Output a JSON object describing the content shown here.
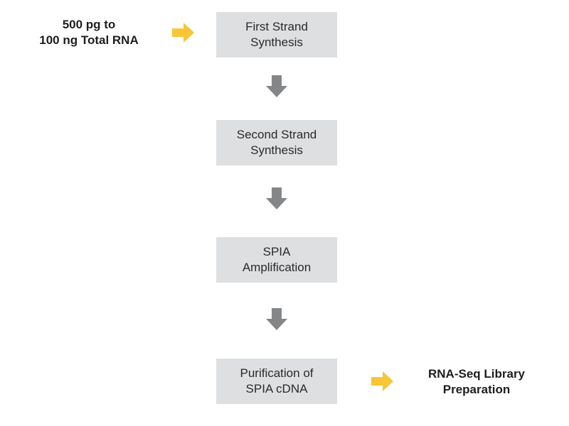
{
  "input": {
    "line1": "500 pg to",
    "line2": "100 ng Total RNA"
  },
  "steps": [
    {
      "line1": "First Strand",
      "line2": "Synthesis"
    },
    {
      "line1": "Second Strand",
      "line2": "Synthesis"
    },
    {
      "line1": "SPIA",
      "line2": "Amplification"
    },
    {
      "line1": "Purification of",
      "line2": "SPIA cDNA"
    }
  ],
  "output": {
    "line1": "RNA-Seq Library",
    "line2": "Preparation"
  },
  "colors": {
    "box_fill": "#dedfe0",
    "down_arrow": "#858688",
    "side_arrow": "#f6c636",
    "text": "#1e1e1e"
  }
}
